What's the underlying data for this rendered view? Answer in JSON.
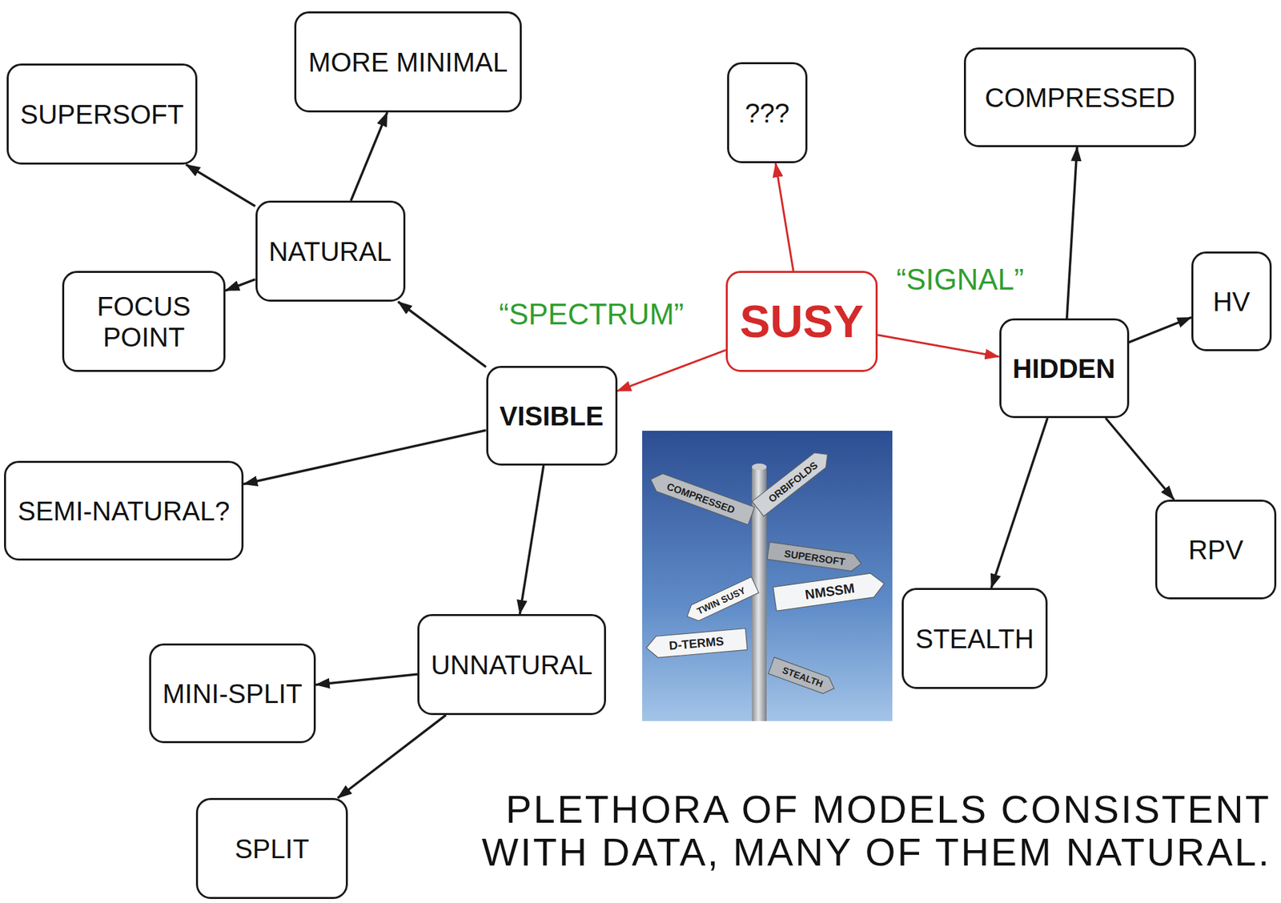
{
  "diagram": {
    "caption": "PLETHORA OF MODELS CONSISTENT WITH DATA, MANY OF THEM NATURAL.",
    "nodes": [
      {
        "text": [
          "SUPERSOFT"
        ]
      },
      {
        "text": [
          "MORE MINIMAL"
        ]
      },
      {
        "text": [
          "???"
        ]
      },
      {
        "text": [
          "COMPRESSED"
        ]
      },
      {
        "text": [
          "NATURAL"
        ]
      },
      {
        "text": [
          "FOCUS POINT"
        ]
      },
      {
        "text": [
          "SUSY"
        ]
      },
      {
        "text": [
          "HV"
        ]
      },
      {
        "text": [
          "HIDDEN"
        ]
      },
      {
        "text": [
          "VISIBLE"
        ]
      },
      {
        "text": [
          "SEMI-NATURAL?"
        ]
      },
      {
        "text": [
          "RPV"
        ]
      },
      {
        "text": [
          "STEALTH"
        ]
      },
      {
        "text": [
          "UNNATURAL"
        ]
      },
      {
        "text": [
          "MINI-SPLIT"
        ]
      },
      {
        "text": [
          "SPLIT"
        ]
      }
    ],
    "edges": [
      {
        "from": 6,
        "to": 2,
        "arrow": "to"
      },
      {
        "from": 6,
        "to": 9,
        "arrow": "to",
        "label": "“SPECTRUM”"
      },
      {
        "from": 6,
        "to": 8,
        "arrow": "to",
        "label": "“SIGNAL”"
      },
      {
        "from": 9,
        "to": 4,
        "arrow": "to"
      },
      {
        "from": 9,
        "to": 10,
        "arrow": "to"
      },
      {
        "from": 9,
        "to": 13,
        "arrow": "to"
      },
      {
        "from": 4,
        "to": 0,
        "arrow": "to"
      },
      {
        "from": 4,
        "to": 1,
        "arrow": "to"
      },
      {
        "from": 4,
        "to": 5,
        "arrow": "to"
      },
      {
        "from": 13,
        "to": 14,
        "arrow": "to"
      },
      {
        "from": 13,
        "to": 15,
        "arrow": "to"
      },
      {
        "from": 8,
        "to": 3,
        "arrow": "to"
      },
      {
        "from": 8,
        "to": 7,
        "arrow": "to"
      },
      {
        "from": 8,
        "to": 11,
        "arrow": "to"
      },
      {
        "from": 8,
        "to": 12,
        "arrow": "to"
      }
    ],
    "labels": [
      "COMPRESSED",
      "ORBIFOLDS",
      "SUPERSOFT",
      "TWIN SUSY",
      "NMSSM",
      "D-TERMS",
      "STEALTH"
    ]
  }
}
